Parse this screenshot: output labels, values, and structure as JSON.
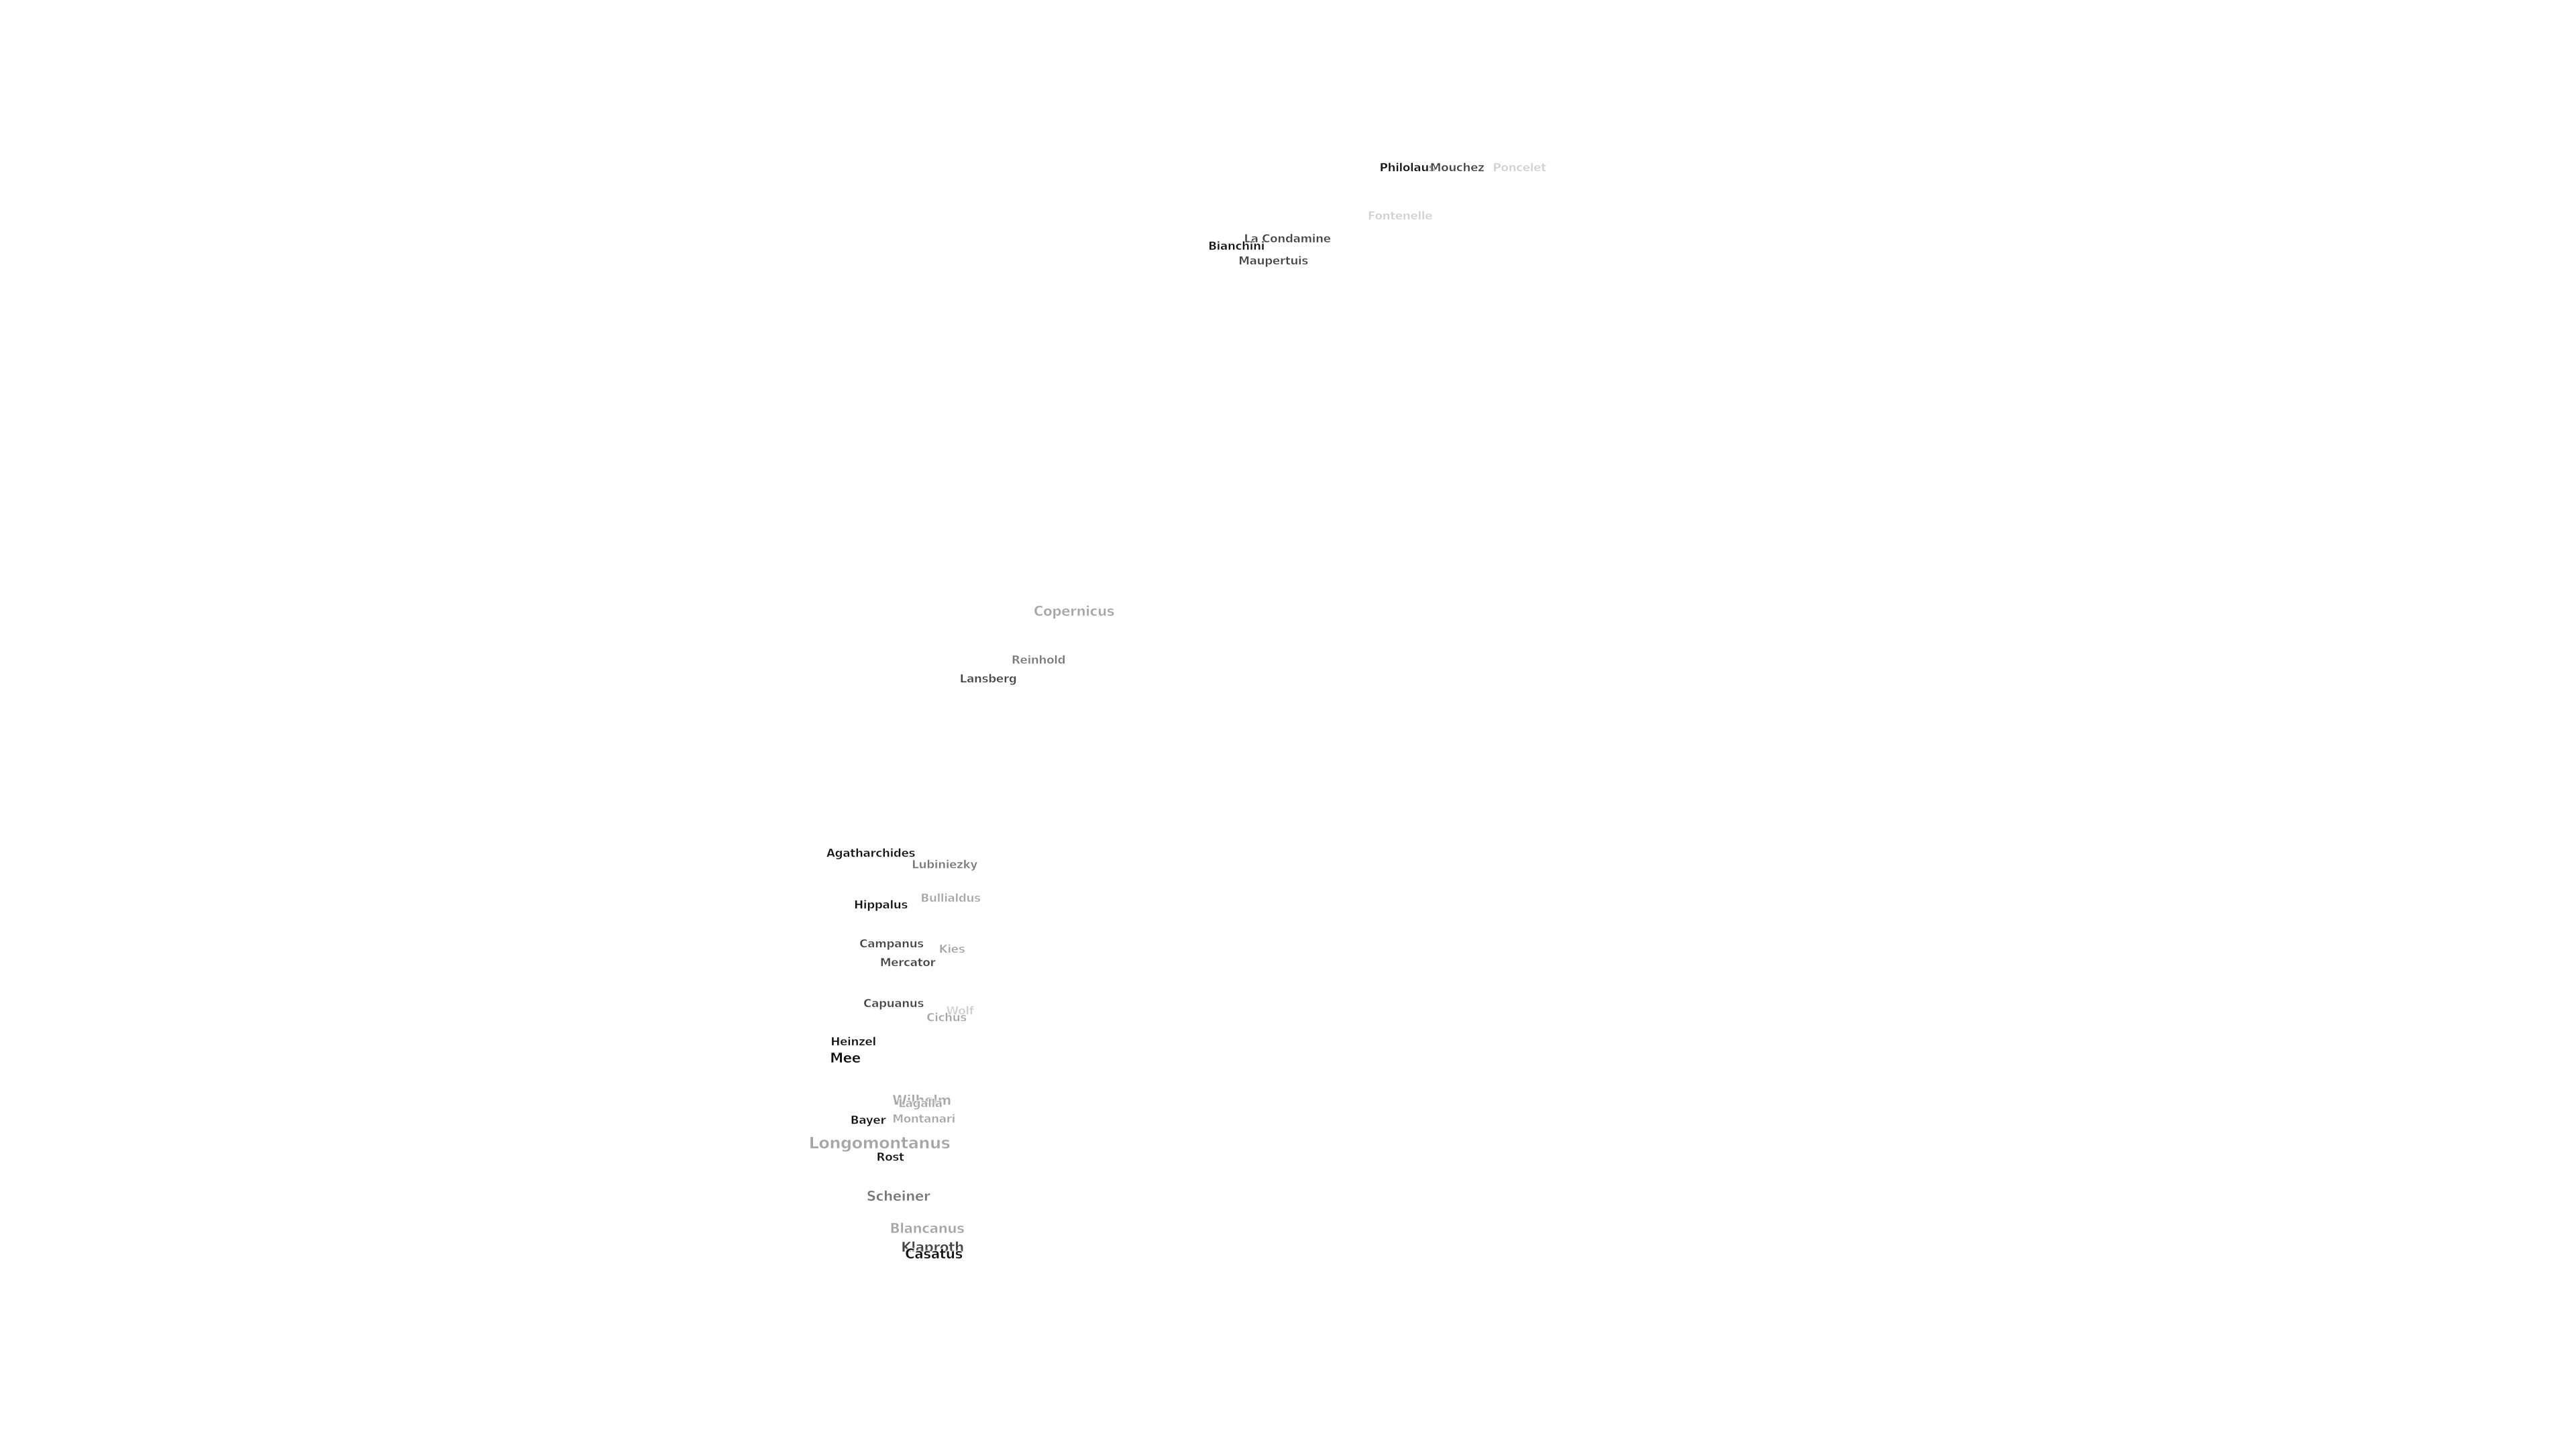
{
  "features": [
    {
      "name": "Philolaus",
      "tone": 0,
      "size": "s"
    },
    {
      "name": "Mouchez",
      "tone": 1,
      "size": "s"
    },
    {
      "name": "Poncelet",
      "tone": 4,
      "size": "s"
    },
    {
      "name": "Fontenelle",
      "tone": 4,
      "size": "s"
    },
    {
      "name": "La Condamine",
      "tone": 1,
      "size": "s"
    },
    {
      "name": "Bianchini",
      "tone": 0,
      "size": "s"
    },
    {
      "name": "Maupertuis",
      "tone": 1,
      "size": "s"
    },
    {
      "name": "Copernicus",
      "tone": 3,
      "size": "m"
    },
    {
      "name": "Reinhold",
      "tone": 2,
      "size": "s"
    },
    {
      "name": "Lansberg",
      "tone": 1,
      "size": "s"
    },
    {
      "name": "Agatharchides",
      "tone": 0,
      "size": "s"
    },
    {
      "name": "Lubiniezky",
      "tone": 2,
      "size": "s"
    },
    {
      "name": "Hippalus",
      "tone": 0,
      "size": "s"
    },
    {
      "name": "Bullialdus",
      "tone": 3,
      "size": "s"
    },
    {
      "name": "Campanus",
      "tone": 1,
      "size": "s"
    },
    {
      "name": "Kies",
      "tone": 3,
      "size": "s"
    },
    {
      "name": "Mercator",
      "tone": 1,
      "size": "s"
    },
    {
      "name": "Capuanus",
      "tone": 1,
      "size": "s"
    },
    {
      "name": "Wolf",
      "tone": 4,
      "size": "s"
    },
    {
      "name": "Cichus",
      "tone": 3,
      "size": "s"
    },
    {
      "name": "Heinzel",
      "tone": 0,
      "size": "s"
    },
    {
      "name": "Mee",
      "tone": 0,
      "size": "m"
    },
    {
      "name": "Wilhelm",
      "tone": 3,
      "size": "m"
    },
    {
      "name": "Lagalla",
      "tone": 3,
      "size": "s"
    },
    {
      "name": "Bayer",
      "tone": 0,
      "size": "s"
    },
    {
      "name": "Montanari",
      "tone": 3,
      "size": "s"
    },
    {
      "name": "Longomontanus",
      "tone": 3,
      "size": "l"
    },
    {
      "name": "Rost",
      "tone": 0,
      "size": "s"
    },
    {
      "name": "Scheiner",
      "tone": 2,
      "size": "m"
    },
    {
      "name": "Blancanus",
      "tone": 3,
      "size": "m"
    },
    {
      "name": "Klaproth",
      "tone": 1,
      "size": "m"
    },
    {
      "name": "Casatus",
      "tone": 0,
      "size": "m"
    }
  ]
}
